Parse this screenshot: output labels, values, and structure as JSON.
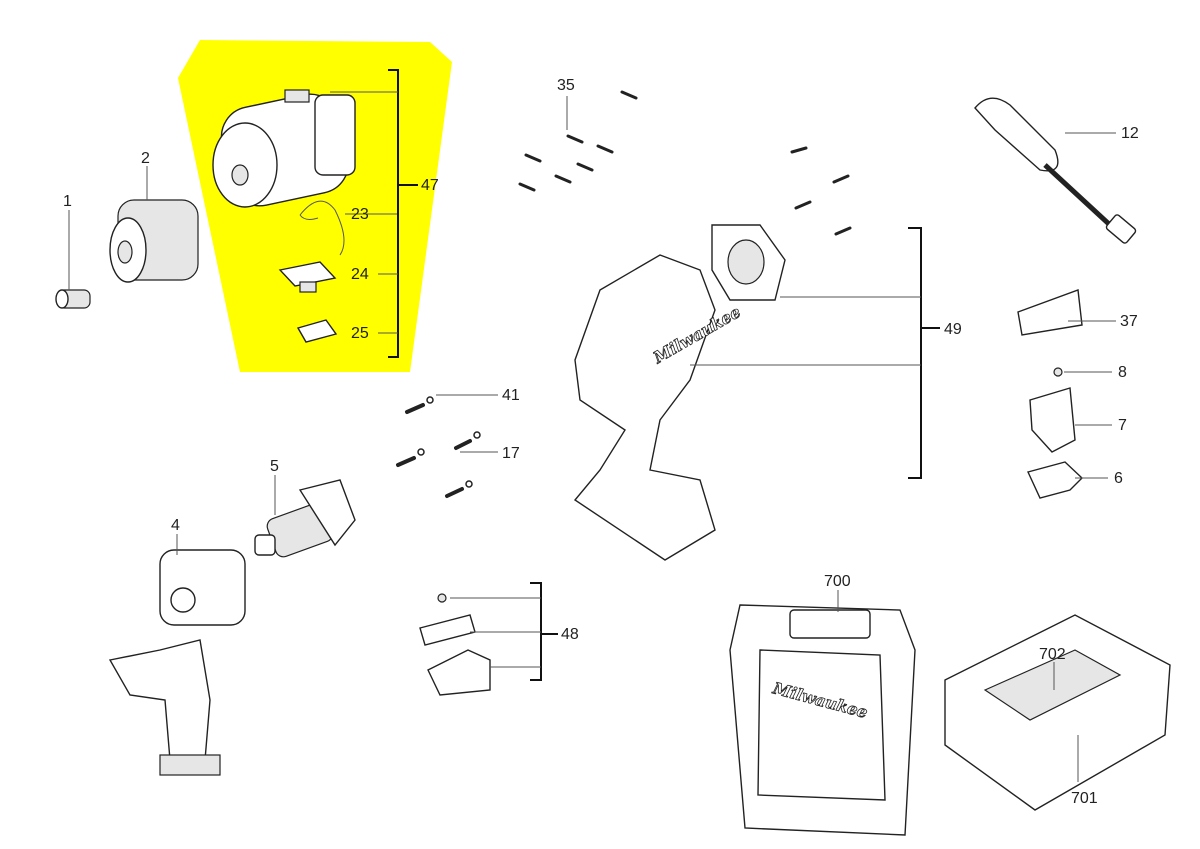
{
  "diagram": {
    "title": "Exploded parts diagram",
    "highlight_color": "#ffff00",
    "brand_text": "Milwaukee",
    "highlighted_group": "47",
    "part_labels": {
      "p1": "1",
      "p2": "2",
      "p4": "4",
      "p5": "5",
      "p6": "6",
      "p7": "7",
      "p8": "8",
      "p12": "12",
      "p17": "17",
      "p23": "23",
      "p24": "24",
      "p25": "25",
      "p35": "35",
      "p37": "37",
      "p41": "41",
      "p47": "47",
      "p48": "48",
      "p49": "49",
      "p700": "700",
      "p701": "701",
      "p702": "702"
    }
  }
}
